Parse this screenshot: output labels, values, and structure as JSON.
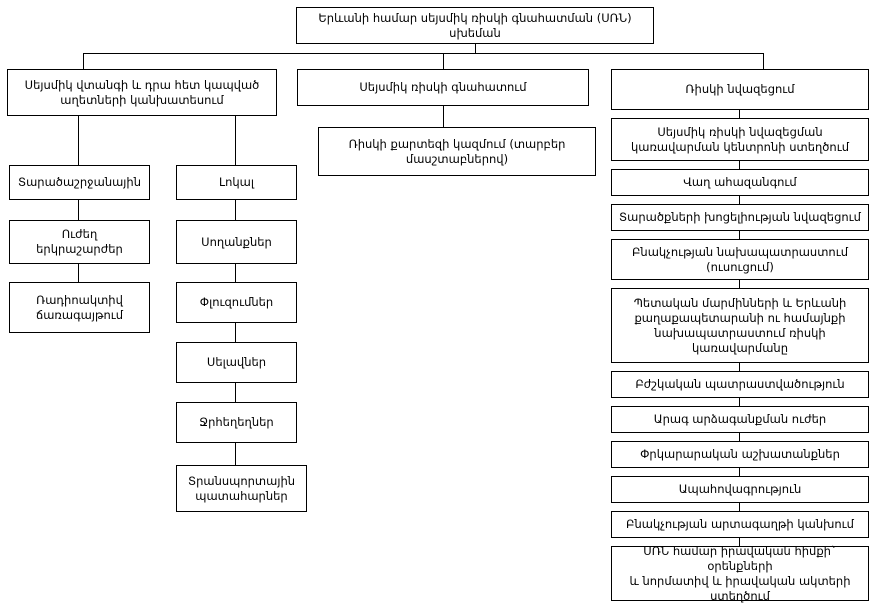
{
  "diagram": {
    "title_node": {
      "id": "root",
      "label": "Երևանի համար սեյսմիկ ռիսկի գնահատման (ՍՌՆ)\nսխեման"
    },
    "branches": [
      {
        "id": "branch-hazard",
        "label": "Սեյսմիկ վտանգի և դրա հետ կապված\nաղետների կանխատեսում"
      },
      {
        "id": "branch-risk-assessment",
        "label": "Սեյսմիկ ռիսկի գնահատում"
      },
      {
        "id": "branch-risk-reduction",
        "label": "Ռիսկի նվազեցում"
      }
    ],
    "regional_column": {
      "header": "Տարածաշրջանային",
      "items": [
        "Տարածաշրջանային",
        "Ուժեղ\nերկրաշարժեր",
        "Ռադիոակտիվ\nճառագայթում"
      ]
    },
    "local_column": {
      "header": "Լոկալ",
      "items": [
        "Լոկալ",
        "Սողանքներ",
        "Փլուզումներ",
        "Սելավներ",
        "Ջրհեղեղներ",
        "Տրանսպորտային\nպատահարներ"
      ]
    },
    "assessment_column": {
      "items": [
        "Ռիսկի քարտեզի կազմում (տարբեր\nմասշտաբներով)"
      ]
    },
    "reduction_column": {
      "items": [
        "Սեյսմիկ ռիսկի նվազեցման\nկառավարման կենտրոնի ստեղծում",
        "Վաղ ահազանգում",
        "Տարածքների խոցելիության նվազեցում",
        "Բնակչության նախապատրաստում\n(ուսուցում)",
        "Պետական մարմինների և Երևանի\nքաղաքապետարանի ու համայնքի\nնախապատրաստում ռիսկի\nկառավարմանը",
        "Բժշկական պատրաստվածություն",
        "Արագ արձագանքման ուժեր",
        "Փրկարարական աշխատանքներ",
        "Ապահովագրություն",
        "Բնակչության արտագաղթի կանխում",
        "ՍՌՆ համար իրավական հիմքի` օրենքների\nև նորմատիվ և իրավական ակտերի\nստեղծում"
      ]
    },
    "colors": {
      "box_border": "#000000",
      "box_fill": "#ffffff",
      "connector": "#000000",
      "text": "#000000",
      "background": "#ffffff"
    }
  }
}
